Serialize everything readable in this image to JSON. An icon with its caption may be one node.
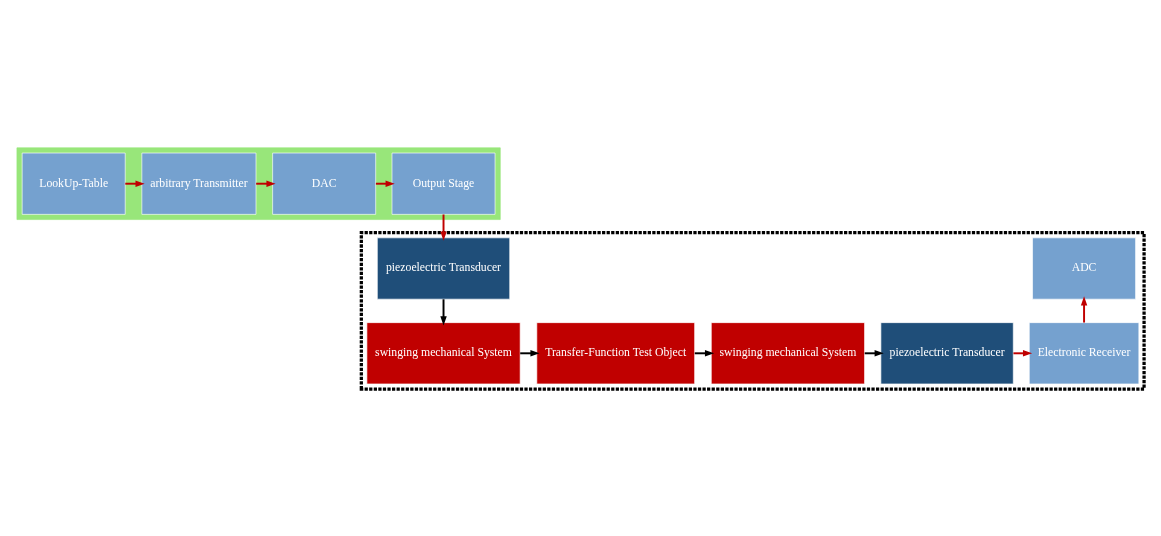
{
  "diagram": {
    "nodes": [
      {
        "text": [],
        "shape": "band"
      },
      {
        "text": [
          "LookUp-Table"
        ],
        "in": 0
      },
      {
        "text": [
          "arbitrary Transmitter"
        ],
        "in": 0
      },
      {
        "text": [
          "DAC"
        ],
        "in": 0
      },
      {
        "text": [
          "Output Stage"
        ],
        "in": 0
      },
      {
        "text": [],
        "shape": "box"
      },
      {
        "text": [
          "ADC"
        ],
        "in": 5
      },
      {
        "text": [
          "piezoelectric Transducer"
        ],
        "in": 5
      },
      {
        "text": [
          "Electronic Receiver"
        ],
        "in": 5
      },
      {
        "text": [
          "piezoelectric Transducer"
        ],
        "in": 5
      },
      {
        "text": [
          "swinging mechanical System"
        ],
        "in": 5
      },
      {
        "text": [
          "Transfer-Function Test Object"
        ],
        "in": 5
      },
      {
        "text": [
          "swinging mechanical System"
        ],
        "in": 5
      }
    ],
    "edges": [
      {
        "from": 1,
        "to": 2,
        "arrow": "to"
      },
      {
        "from": 2,
        "to": 3,
        "arrow": "to"
      },
      {
        "from": 3,
        "to": 4,
        "arrow": "to"
      },
      {
        "from": 4,
        "to": 7,
        "arrow": "to"
      },
      {
        "from": 7,
        "to": 12,
        "arrow": "to",
        "color": "#000000"
      },
      {
        "from": 12,
        "to": 11,
        "arrow": "to",
        "color": "#000000"
      },
      {
        "from": 11,
        "to": 10,
        "arrow": "to",
        "color": "#000000"
      },
      {
        "from": 10,
        "to": 9,
        "arrow": "to",
        "color": "#000000"
      },
      {
        "from": 9,
        "to": 8,
        "arrow": "to"
      },
      {
        "from": 8,
        "to": 6,
        "arrow": "to"
      }
    ]
  }
}
